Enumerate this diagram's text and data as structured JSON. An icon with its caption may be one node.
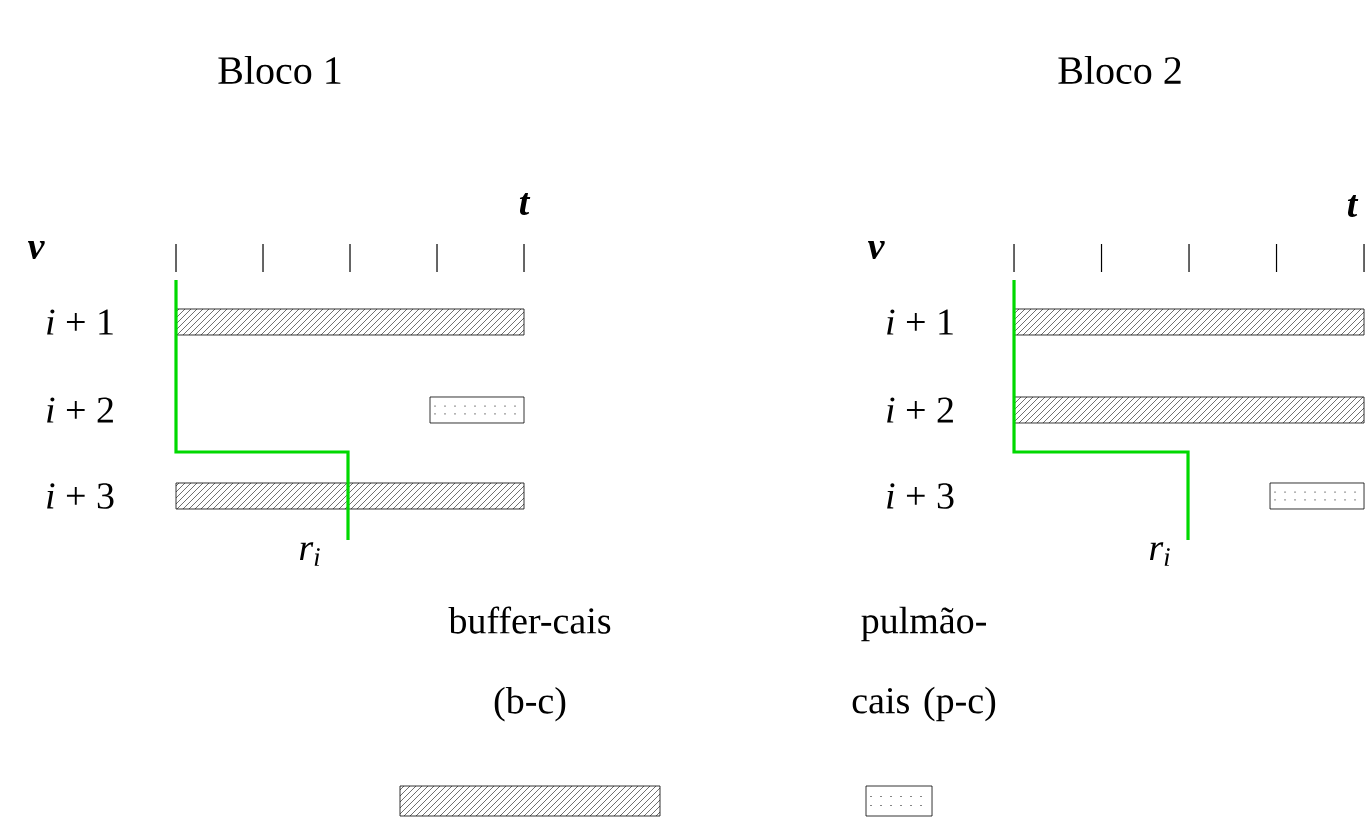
{
  "diagram": {
    "labels": [
      "Bloco 1",
      "Bloco 2",
      "v",
      "t",
      "*i* + 1",
      "*i* + 2",
      "*i* + 3",
      "r$_{i}$",
      "v",
      "t",
      "*i* + 1",
      "*i* + 2",
      "*i* + 3",
      "r$_{i}$"
    ],
    "legend": [
      {
        "text": "buffer-cais (b-c)"
      },
      {
        "text": "pulmão-cais (p-c)"
      }
    ]
  }
}
